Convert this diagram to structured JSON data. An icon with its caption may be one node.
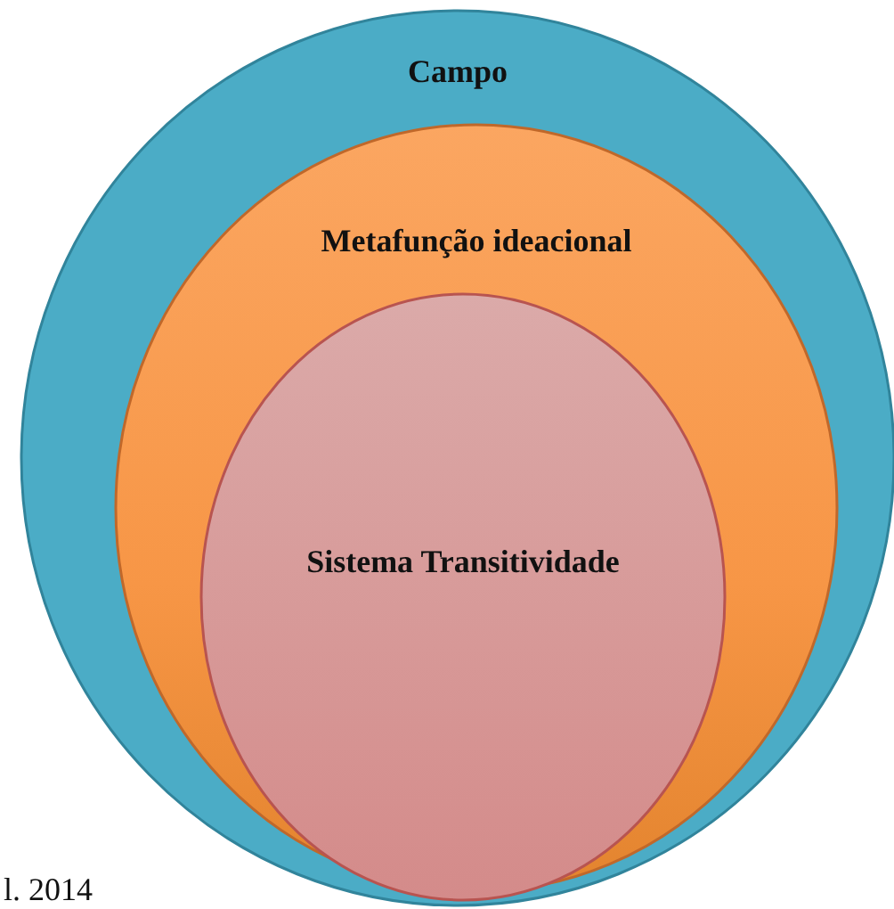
{
  "diagram": {
    "nodes": [
      {
        "text": [
          "Campo"
        ]
      },
      {
        "text": [
          "Metafunção ideacional"
        ],
        "in": 0
      },
      {
        "text": [
          "Sistema Transitividade"
        ],
        "in": 1
      }
    ],
    "labels": [
      "l. 2014"
    ]
  }
}
